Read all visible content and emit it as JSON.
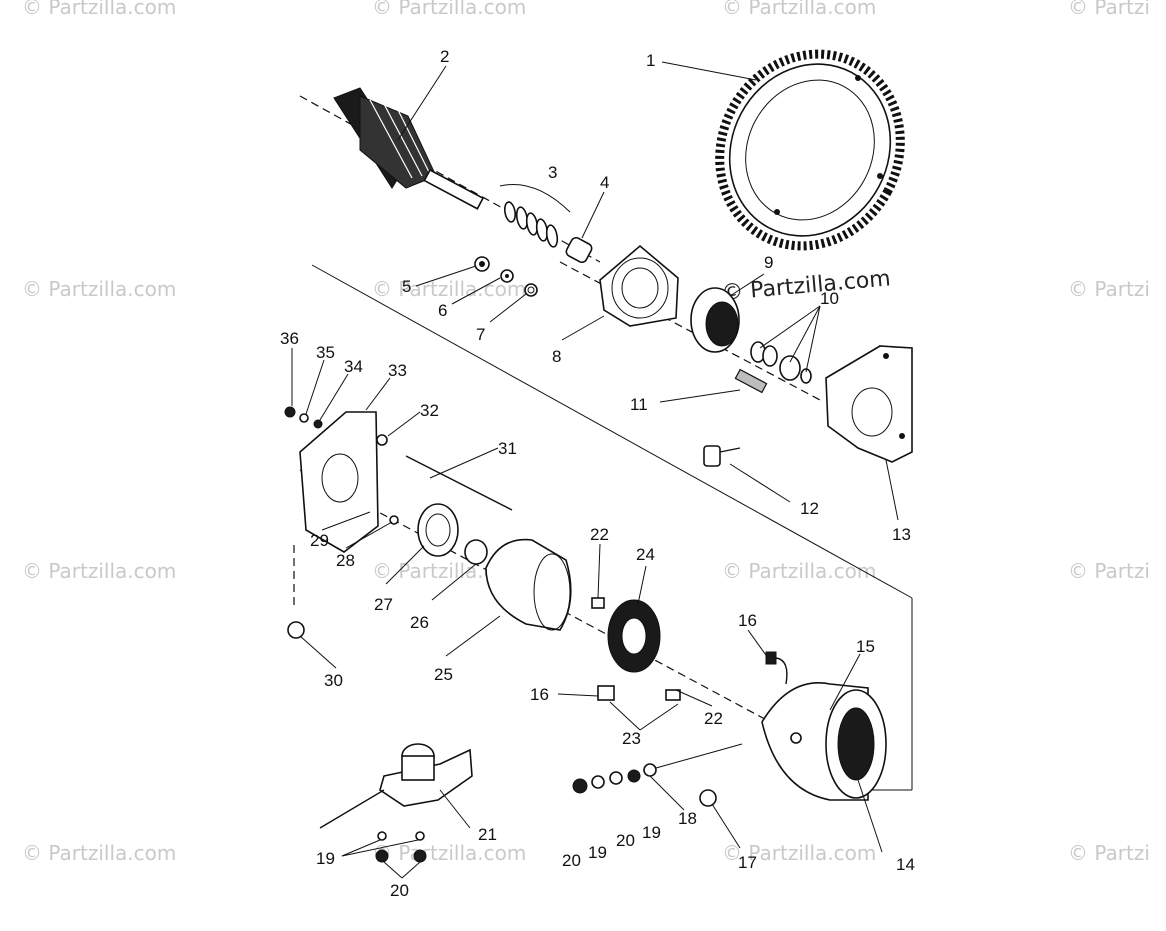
{
  "brand_label": "© Partzilla.com",
  "watermarks": [
    "© Partzilla.com",
    "© Partzilla.com",
    "© Partzilla.com",
    "© Partzi",
    "© Partzilla.com",
    "© Partzilla.com",
    "© Partzi",
    "© Partzilla.com",
    "© Partzilla.com",
    "© Partzilla.com",
    "© Partzi",
    "© Partzilla.com",
    "© Partzilla.com",
    "© Partzilla.com",
    "© Partzi"
  ],
  "callouts": {
    "c1": "1",
    "c2": "2",
    "c3": "3",
    "c4": "4",
    "c5": "5",
    "c6": "6",
    "c7": "7",
    "c8": "8",
    "c9": "9",
    "c10": "10",
    "c11": "11",
    "c12": "12",
    "c13": "13",
    "c14": "14",
    "c15": "15",
    "c16a": "16",
    "c16b": "16",
    "c17": "17",
    "c18": "18",
    "c19a": "19",
    "c19b": "19",
    "c19c": "19",
    "c20a": "20",
    "c20b": "20",
    "c20c": "20",
    "c21": "21",
    "c22a": "22",
    "c22b": "22",
    "c23": "23",
    "c24": "24",
    "c25": "25",
    "c26": "26",
    "c27": "27",
    "c28": "28",
    "c29": "29",
    "c30": "30",
    "c31": "31",
    "c32": "32",
    "c33": "33",
    "c34": "34",
    "c35": "35",
    "c36": "36"
  }
}
